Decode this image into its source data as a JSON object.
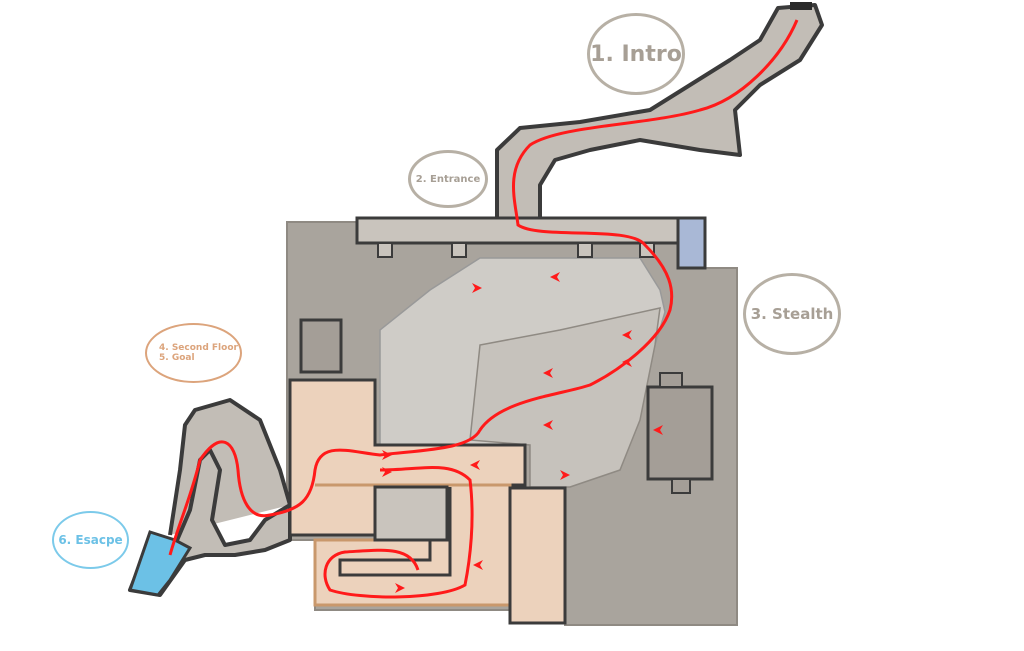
{
  "title": "Level layout map",
  "colors": {
    "building": "#a9a49d",
    "cave": "#cfccc7",
    "wall": "#3b3b3b",
    "room": "#ecd2bc",
    "room_border": "#c9986c",
    "path": "#ff1a1a",
    "escape": "#6cc1e6",
    "door": "#a9b8d6"
  },
  "labels": {
    "intro": "1. Intro",
    "entrance": "2. Entrance",
    "stealth": "3. Stealth",
    "second_floor": "4. Second Floor",
    "goal": "5. Goal",
    "escape": "6. Esacpe"
  }
}
